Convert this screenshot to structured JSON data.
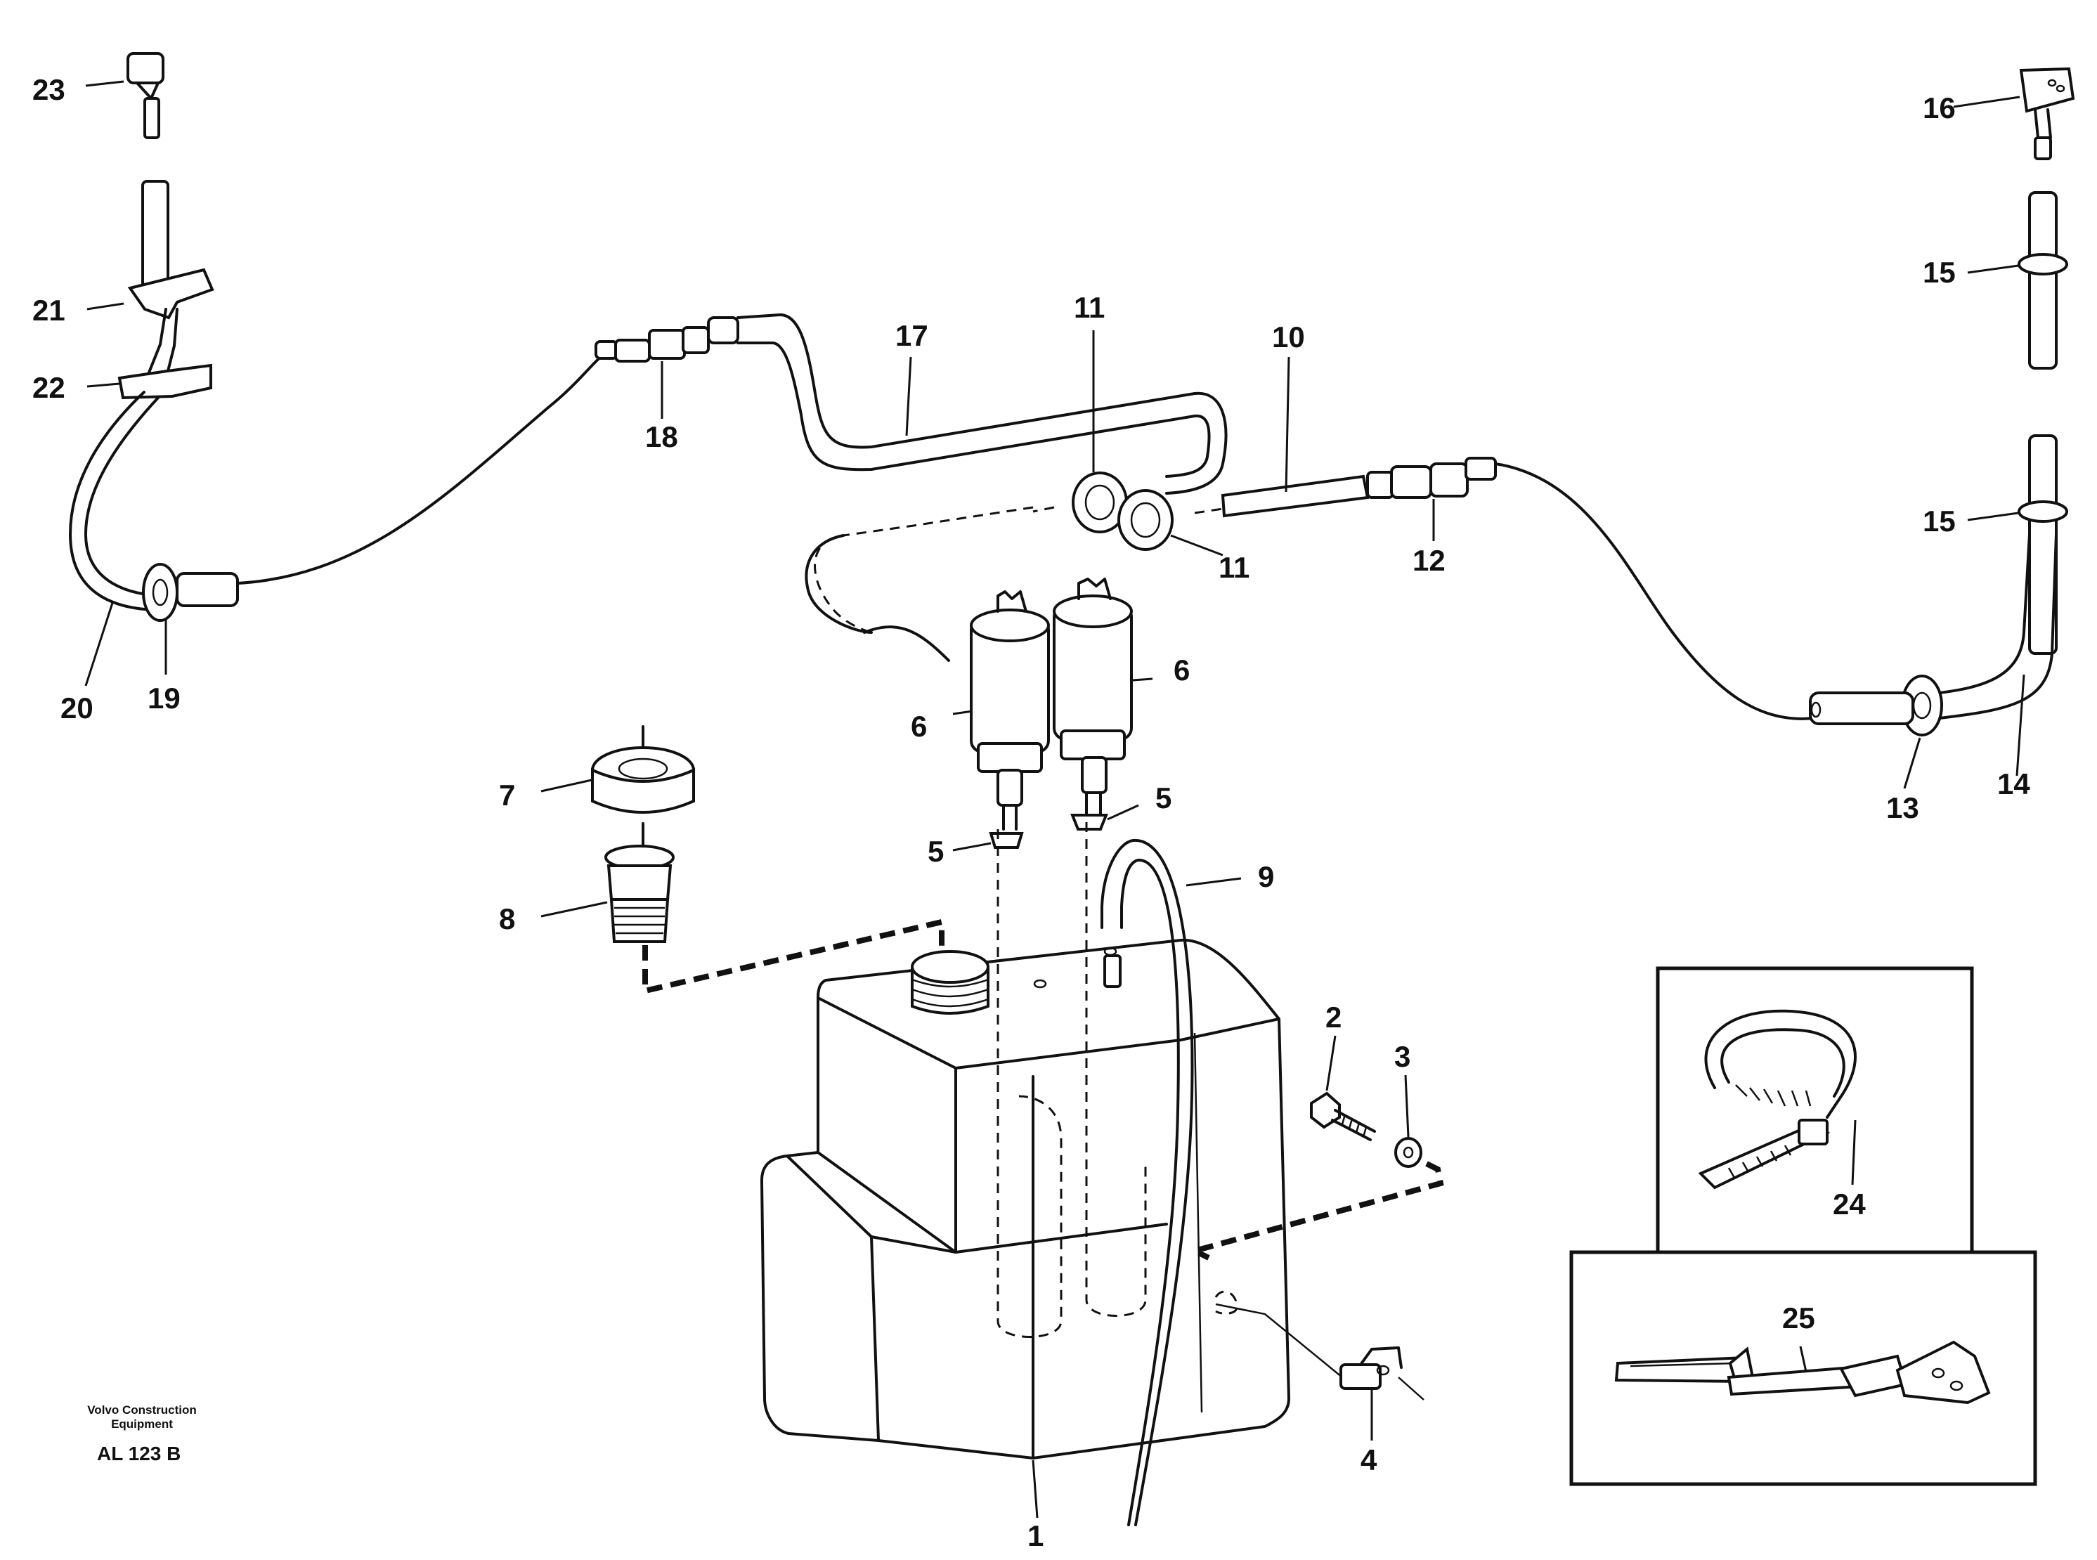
{
  "callouts": {
    "c1": "1",
    "c2": "2",
    "c3": "3",
    "c4": "4",
    "c5a": "5",
    "c5b": "5",
    "c6a": "6",
    "c6b": "6",
    "c7": "7",
    "c8": "8",
    "c9": "9",
    "c10": "10",
    "c11a": "11",
    "c11b": "11",
    "c12": "12",
    "c13": "13",
    "c14": "14",
    "c15a": "15",
    "c15b": "15",
    "c16": "16",
    "c17": "17",
    "c18": "18",
    "c19": "19",
    "c20": "20",
    "c21": "21",
    "c22": "22",
    "c23": "23",
    "c24": "24",
    "c25": "25"
  },
  "brand": {
    "line1": "Volvo Construction",
    "line2": "Equipment"
  },
  "drawing_code": "AL 123 B"
}
